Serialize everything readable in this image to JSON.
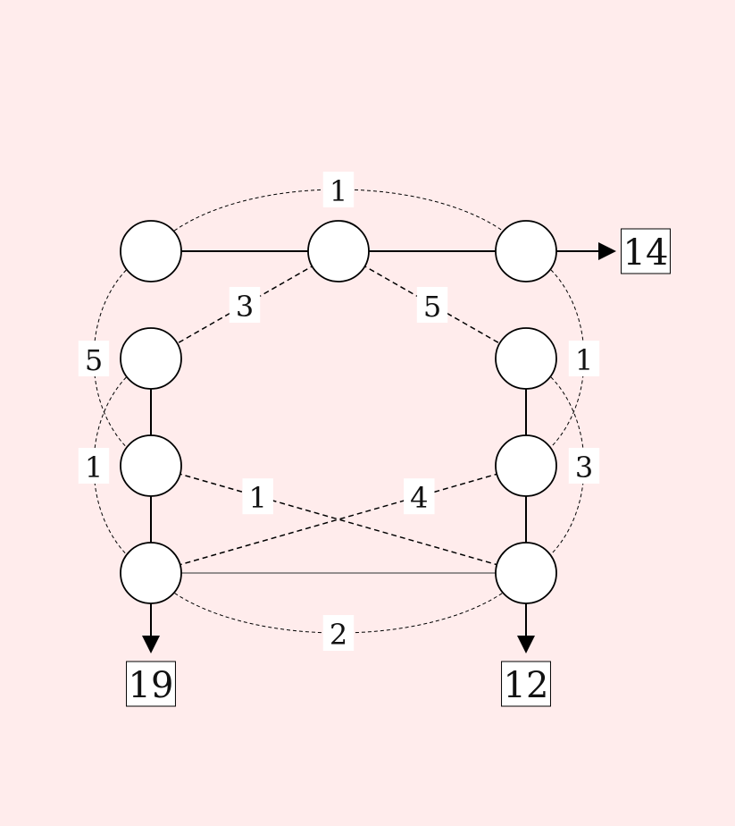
{
  "nodes": [
    {
      "id": "a",
      "row": 0,
      "col": 0
    },
    {
      "id": "b",
      "row": 0,
      "col": 1
    },
    {
      "id": "c",
      "row": 0,
      "col": 2
    },
    {
      "id": "d",
      "row": 1,
      "col": 0
    },
    {
      "id": "e",
      "row": 1,
      "col": 2
    },
    {
      "id": "f",
      "row": 2,
      "col": 0
    },
    {
      "id": "g",
      "row": 2,
      "col": 2
    },
    {
      "id": "h",
      "row": 3,
      "col": 0
    },
    {
      "id": "i",
      "row": 3,
      "col": 2
    }
  ],
  "solid_edges": [
    [
      "a",
      "b"
    ],
    [
      "b",
      "c"
    ],
    [
      "d",
      "f"
    ],
    [
      "f",
      "h"
    ],
    [
      "e",
      "g"
    ],
    [
      "g",
      "i"
    ]
  ],
  "thin_edges": [
    [
      "h",
      "i"
    ]
  ],
  "dashed_edges": [
    {
      "from": "b",
      "to": "d",
      "label": "3"
    },
    {
      "from": "b",
      "to": "e",
      "label": "5"
    },
    {
      "from": "f",
      "to": "i",
      "label": "1"
    },
    {
      "from": "h",
      "to": "g",
      "label": "4"
    }
  ],
  "arcs": [
    {
      "from": "a",
      "to": "c",
      "side": "top",
      "label": "1"
    },
    {
      "from": "a",
      "to": "f",
      "side": "left",
      "label": "5"
    },
    {
      "from": "d",
      "to": "h",
      "side": "left",
      "label": "1"
    },
    {
      "from": "c",
      "to": "g",
      "side": "right",
      "label": "1"
    },
    {
      "from": "e",
      "to": "i",
      "side": "right",
      "label": "3"
    },
    {
      "from": "h",
      "to": "i",
      "side": "bottom",
      "label": "2"
    }
  ],
  "outputs": [
    {
      "from": "c",
      "dir": "right",
      "value": "14"
    },
    {
      "from": "h",
      "dir": "down",
      "value": "19"
    },
    {
      "from": "i",
      "dir": "down",
      "value": "12"
    }
  ]
}
